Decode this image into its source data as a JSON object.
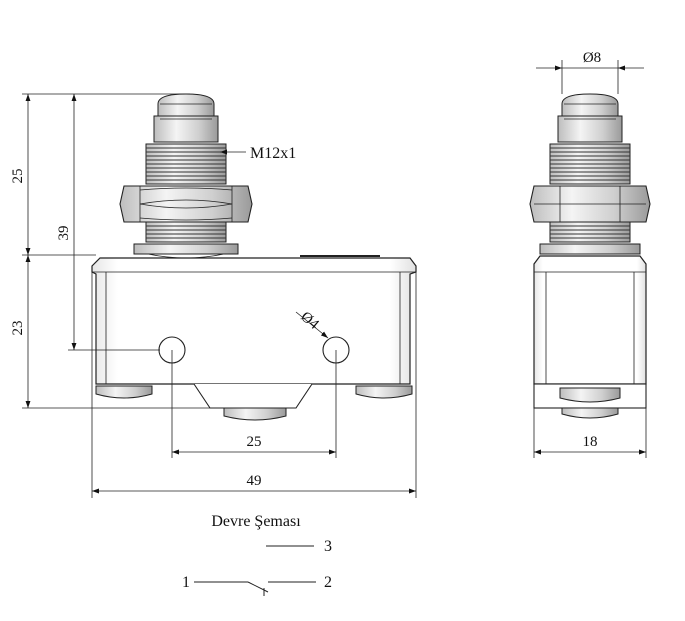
{
  "thread_label": "M12x1",
  "dimensions": {
    "body_height": "23",
    "actuator_height": "25",
    "total_height": "39",
    "hole_spacing": "25",
    "body_width": "49",
    "hole_diameter": "Ø4",
    "plunger_diameter": "Ø8",
    "side_width": "18"
  },
  "schematic": {
    "title": "Devre Şeması",
    "terminal_3": "3",
    "terminal_1": "1",
    "terminal_2": "2"
  }
}
